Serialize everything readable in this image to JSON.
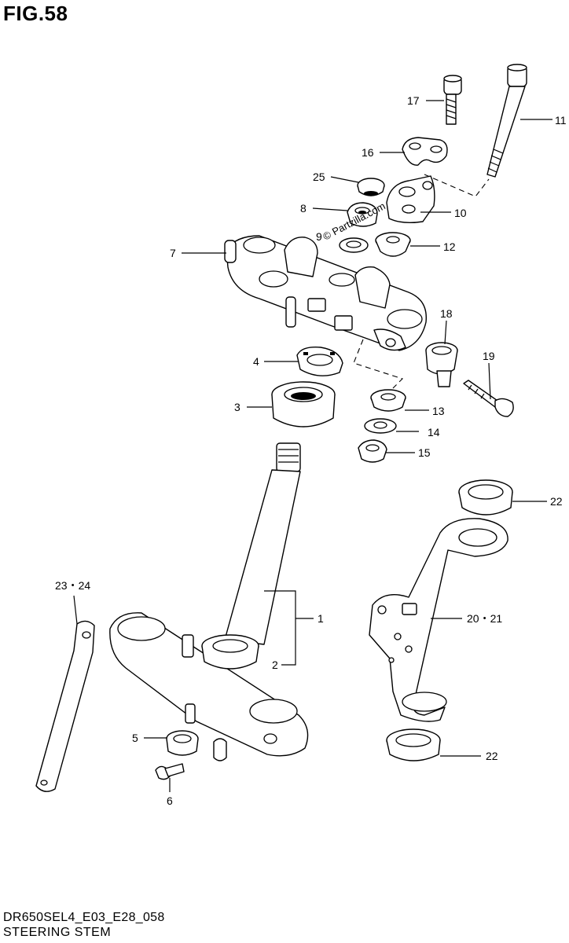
{
  "figure": {
    "title": "FIG.58",
    "code": "DR650SEL4_E03_E28_058",
    "name": "STEERING STEM",
    "watermark": "© Partzilla.com"
  },
  "callouts": [
    {
      "id": "c1",
      "label": "1"
    },
    {
      "id": "c2",
      "label": "2"
    },
    {
      "id": "c3",
      "label": "3"
    },
    {
      "id": "c4",
      "label": "4"
    },
    {
      "id": "c5",
      "label": "5"
    },
    {
      "id": "c6",
      "label": "6"
    },
    {
      "id": "c7",
      "label": "7"
    },
    {
      "id": "c8",
      "label": "8"
    },
    {
      "id": "c9",
      "label": "9"
    },
    {
      "id": "c10",
      "label": "10"
    },
    {
      "id": "c11",
      "label": "11"
    },
    {
      "id": "c12",
      "label": "12"
    },
    {
      "id": "c13",
      "label": "13"
    },
    {
      "id": "c14",
      "label": "14"
    },
    {
      "id": "c15",
      "label": "15"
    },
    {
      "id": "c16",
      "label": "16"
    },
    {
      "id": "c17",
      "label": "17"
    },
    {
      "id": "c18",
      "label": "18"
    },
    {
      "id": "c19",
      "label": "19"
    },
    {
      "id": "c20",
      "label": "20・21"
    },
    {
      "id": "c22a",
      "label": "22"
    },
    {
      "id": "c22b",
      "label": "22"
    },
    {
      "id": "c23",
      "label": "23・24"
    },
    {
      "id": "c25",
      "label": "25"
    }
  ]
}
